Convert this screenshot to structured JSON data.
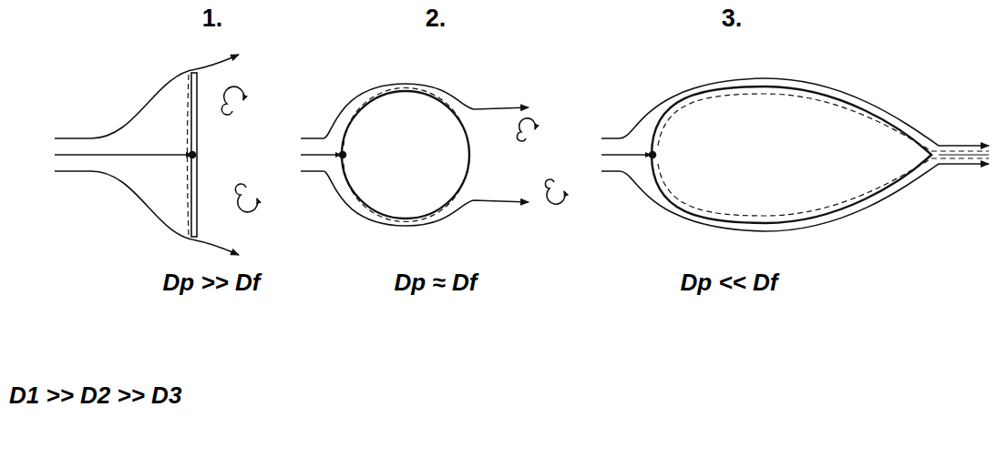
{
  "diagram": {
    "labels": [
      "1.",
      "2.",
      "3.",
      "Dp >> Df",
      "Dp ≈ Df",
      "Dp << Df",
      "D1 >> D2 >> D3"
    ]
  }
}
